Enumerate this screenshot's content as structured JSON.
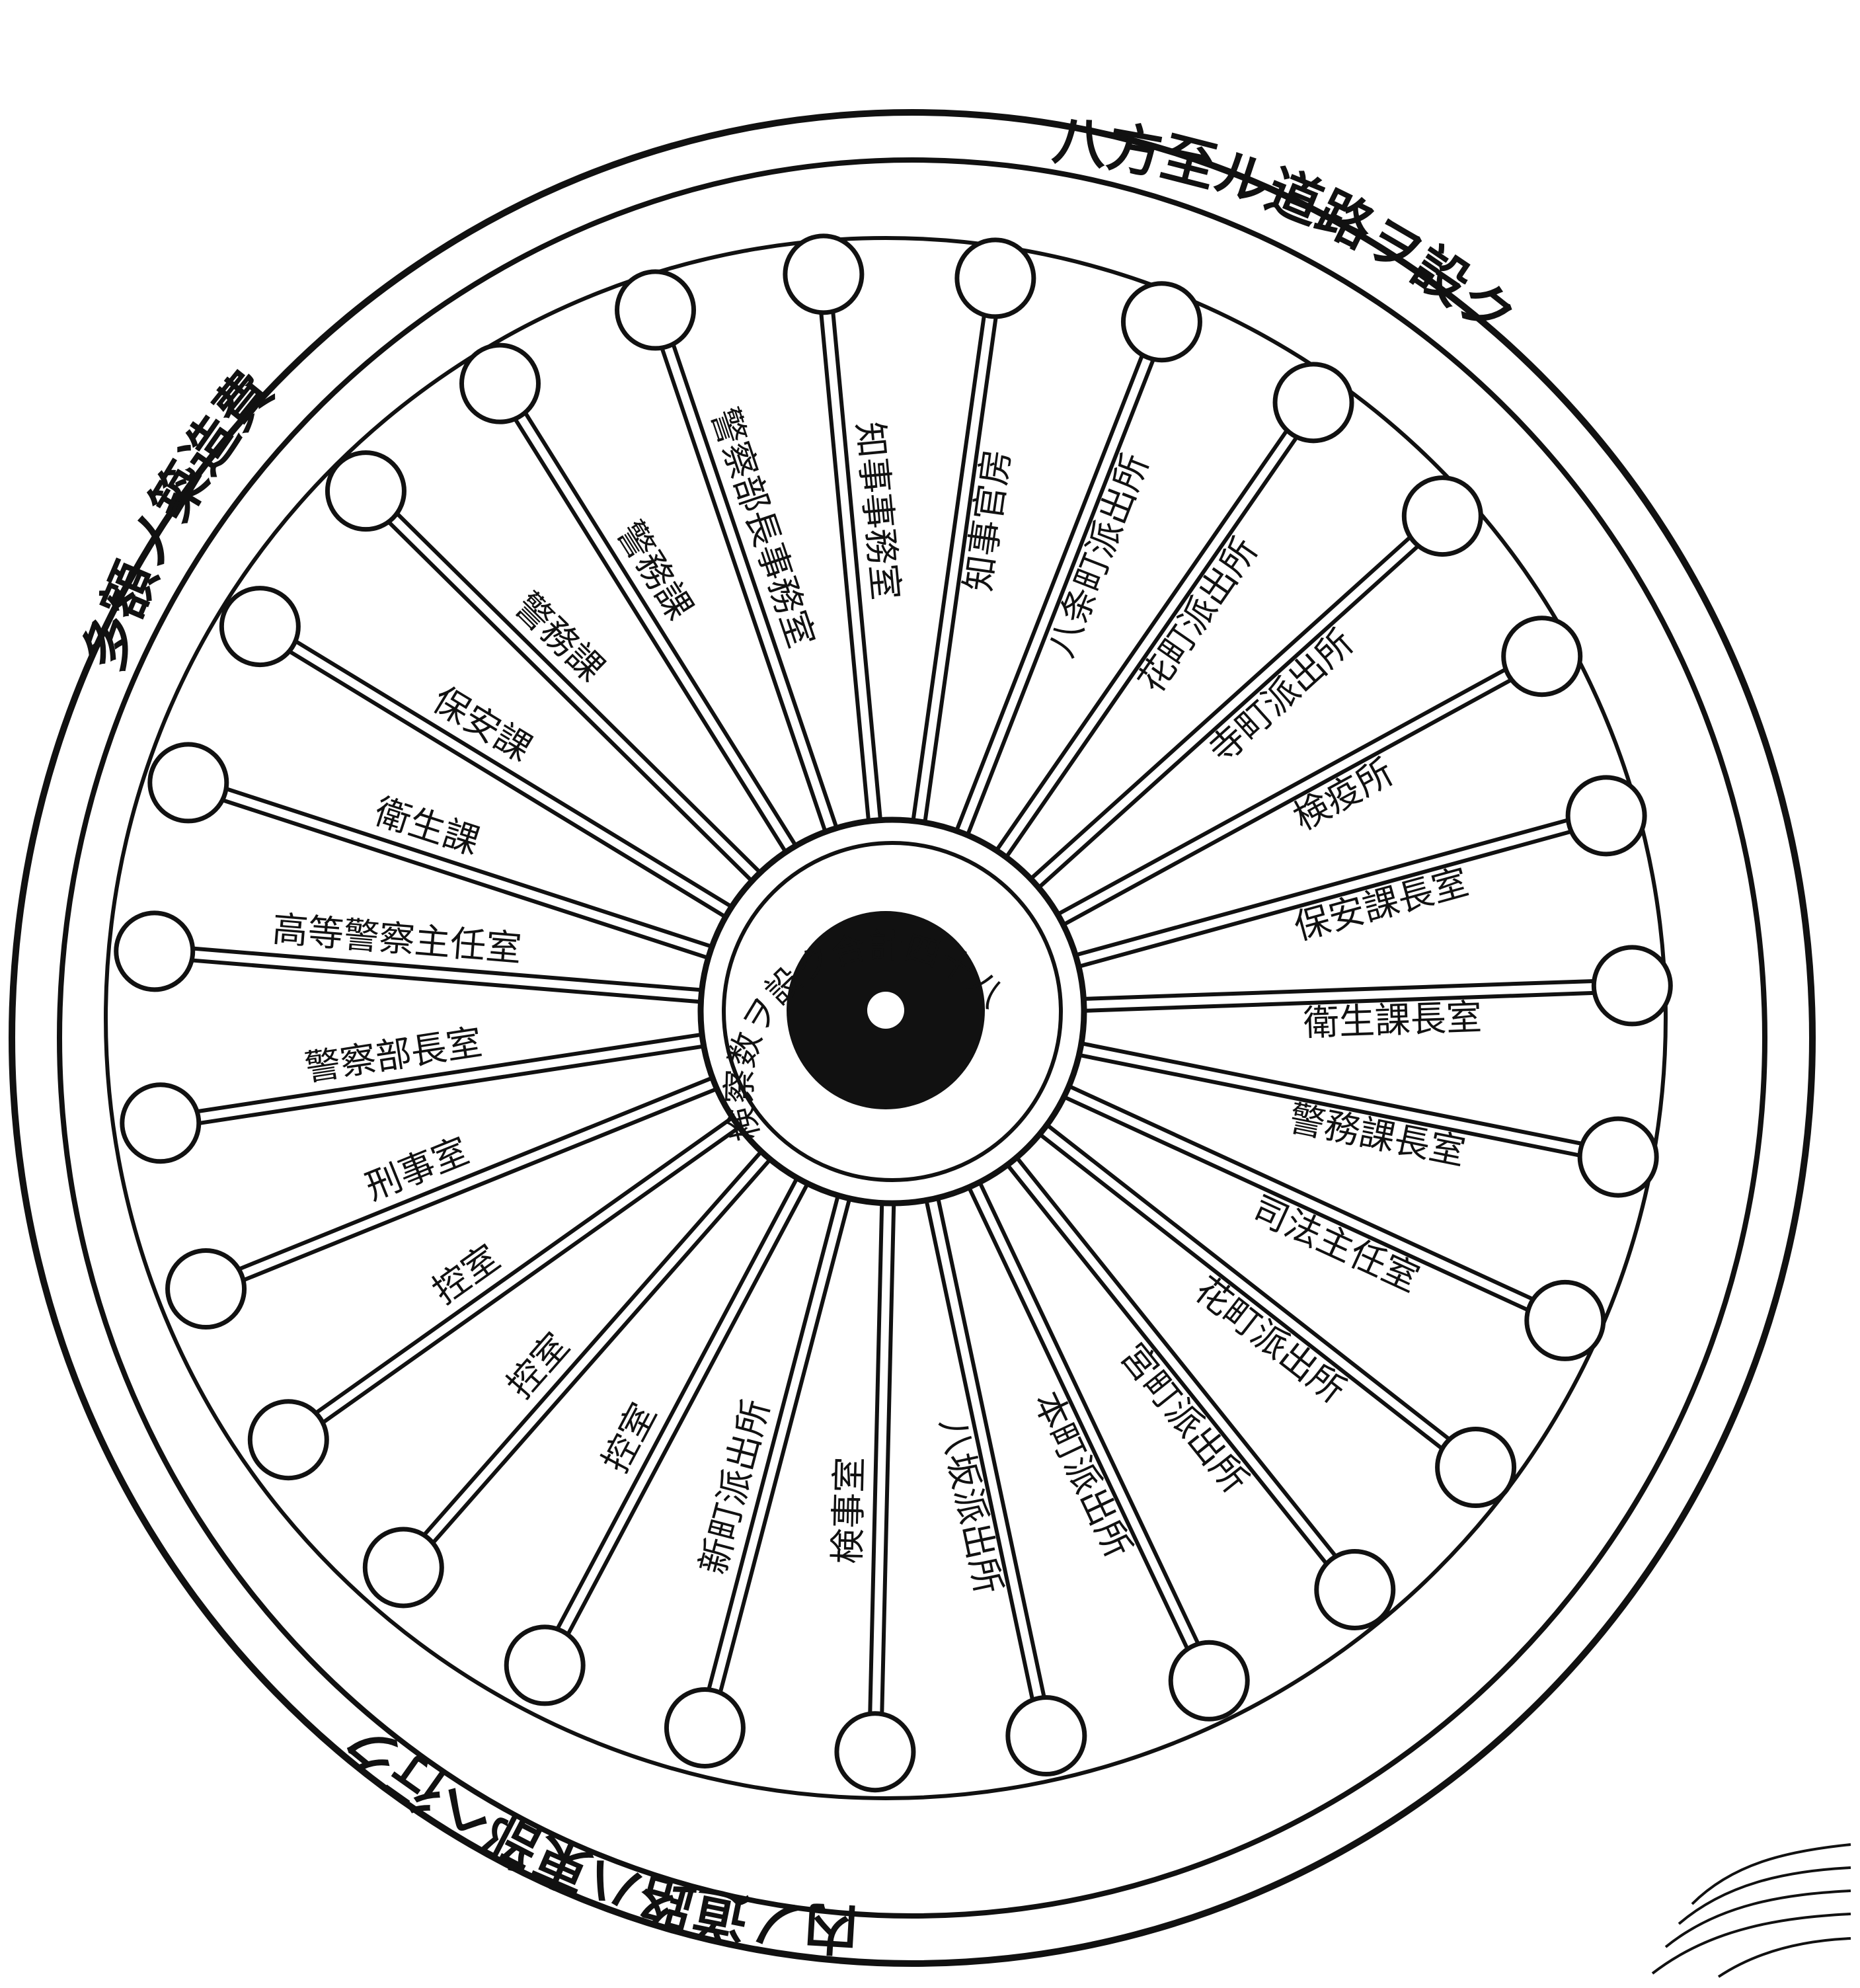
{
  "colors": {
    "ink": "#111111",
    "paper": "#ffffff"
  },
  "outer_ring": {
    "arc_top_right": "八方至ル道路ヲ設ク",
    "arc_top_left": "多額ノ築造費",
    "arc_bottom": "内ノ道路ハ東部ヘ行ク"
  },
  "hub": {
    "label": "検察数ヲ設ク合計四十八"
  },
  "spokes": [
    {
      "label": "知事官房"
    },
    {
      "label": "八条町派出所"
    },
    {
      "label": "花町派出所"
    },
    {
      "label": "寺町派出所"
    },
    {
      "label": "検疫所"
    },
    {
      "label": "保安課長室"
    },
    {
      "label": "衛生課長室"
    },
    {
      "label": "警務課長室"
    },
    {
      "label": "司法主任室"
    },
    {
      "label": "花町派出所"
    },
    {
      "label": "宮町派出所"
    },
    {
      "label": "本町派出所"
    },
    {
      "label": "八坂派出所"
    },
    {
      "label": "検事室"
    },
    {
      "label": "新町派出所"
    },
    {
      "label": "控室"
    },
    {
      "label": "控室"
    },
    {
      "label": "控室"
    },
    {
      "label": "刑事室"
    },
    {
      "label": "警察部長室"
    },
    {
      "label": "高等警察主任室"
    },
    {
      "label": "衛生課"
    },
    {
      "label": "保安課"
    },
    {
      "label": "警務課"
    },
    {
      "label": "警務課"
    },
    {
      "label": "警察部長事務室"
    },
    {
      "label": "知事事務室"
    }
  ]
}
